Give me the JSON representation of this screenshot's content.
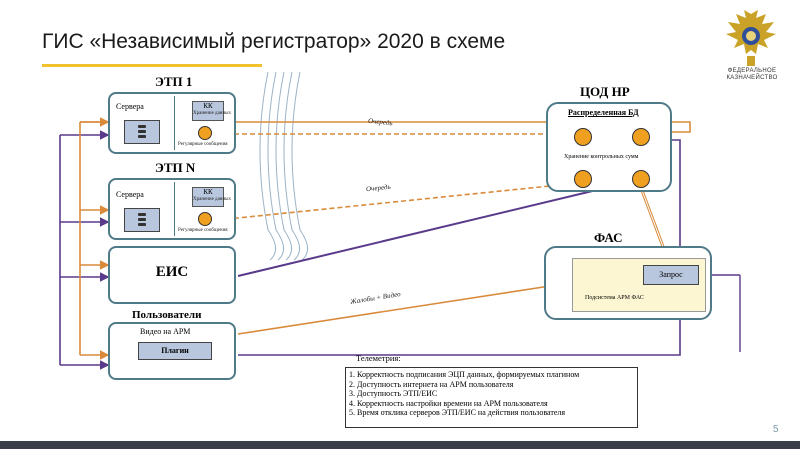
{
  "title": "ГИС «Независимый регистратор» 2020 в схеме",
  "logo": {
    "line1": "ФЕДЕРАЛЬНОЕ",
    "line2": "КАЗНАЧЕЙСТВО"
  },
  "etp1": {
    "header": "ЭТП 1",
    "servers": "Сервера",
    "kk": "КК",
    "storage": "Хранение данных",
    "regular": "Регулярные сообщения"
  },
  "etpn": {
    "header": "ЭТП N",
    "servers": "Сервера",
    "kk": "КК",
    "storage": "Хранение данных",
    "regular": "Регулярные сообщения"
  },
  "eis": {
    "label": "ЕИС"
  },
  "users": {
    "header": "Пользователи",
    "video": "Видео на АРМ",
    "plugin": "Плагин"
  },
  "cod": {
    "header": "ЦОД НР",
    "db": "Распределенная БД",
    "checksum": "Хранение контрольных сумм"
  },
  "fas": {
    "header": "ФАС",
    "request": "Запрос",
    "subsystem": "Подсистема АРМ ФАС"
  },
  "flows": {
    "queue1": "Очередь",
    "queue2": "Очередь",
    "complaints": "Жалобы + Видео"
  },
  "telemetry": {
    "title": "Телеметрия:",
    "items": [
      "1. Корректность подписания ЭЦП данных, формируемых плагином",
      "2. Доступность интернета на АРМ пользователя",
      "3. Доступность ЭТП/ЕИС",
      "4. Корректность настройки времени на АРМ пользователя",
      "5. Время отклика серверов ЭТП/ЕИС на действия пользователя"
    ]
  },
  "page_number": "5",
  "colors": {
    "box_border": "#4f7a87",
    "orange": "#d98a3a",
    "purple": "#5a3a8a",
    "accent": "#f2c12e",
    "node_fill": "#f0a020"
  }
}
